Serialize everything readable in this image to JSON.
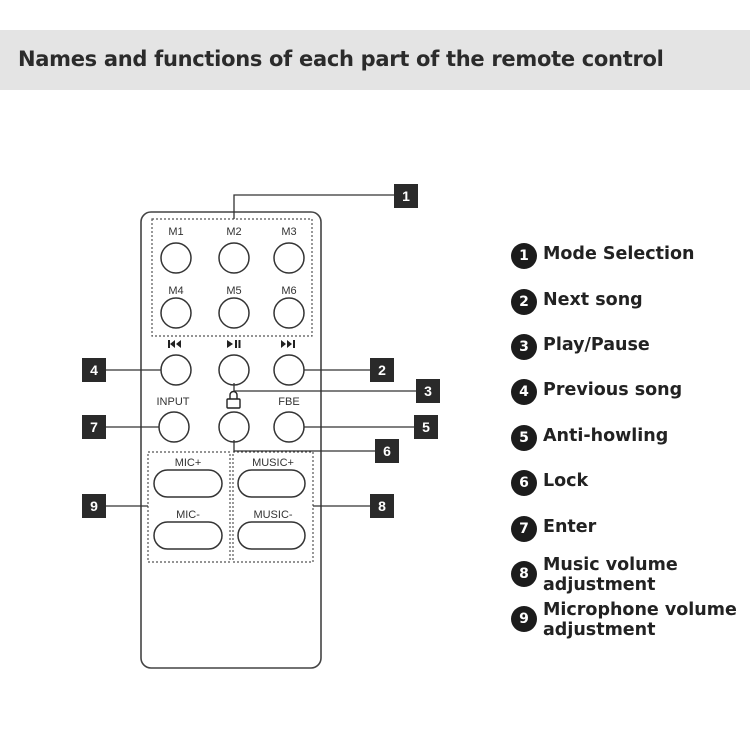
{
  "header": {
    "title": "Names and functions of each part of the remote control"
  },
  "remote": {
    "mode_buttons": [
      "M1",
      "M2",
      "M3",
      "M4",
      "M5",
      "M6"
    ],
    "transport_icons": [
      "previous-track-icon",
      "play-pause-icon",
      "next-track-icon"
    ],
    "input_label": "INPUT",
    "lock_icon": "lock-icon",
    "fbe_label": "FBE",
    "mic_plus": "MIC+",
    "mic_minus": "MIC-",
    "music_plus": "MUSIC+",
    "music_minus": "MUSIC-"
  },
  "callouts": [
    "1",
    "2",
    "3",
    "4",
    "5",
    "6",
    "7",
    "8",
    "9"
  ],
  "legend": [
    {
      "num": "1",
      "label": "Mode Selection"
    },
    {
      "num": "2",
      "label": "Next song"
    },
    {
      "num": "3",
      "label": "Play/Pause"
    },
    {
      "num": "4",
      "label": "Previous song"
    },
    {
      "num": "5",
      "label": "Anti-howling"
    },
    {
      "num": "6",
      "label": "Lock"
    },
    {
      "num": "7",
      "label": "Enter"
    },
    {
      "num": "8",
      "label": "Music volume adjustment"
    },
    {
      "num": "9",
      "label": "Microphone volume adjustment"
    }
  ],
  "colors": {
    "header_bg": "#e4e4e4",
    "ink": "#222222",
    "callout_box": "#2a2a2a"
  }
}
